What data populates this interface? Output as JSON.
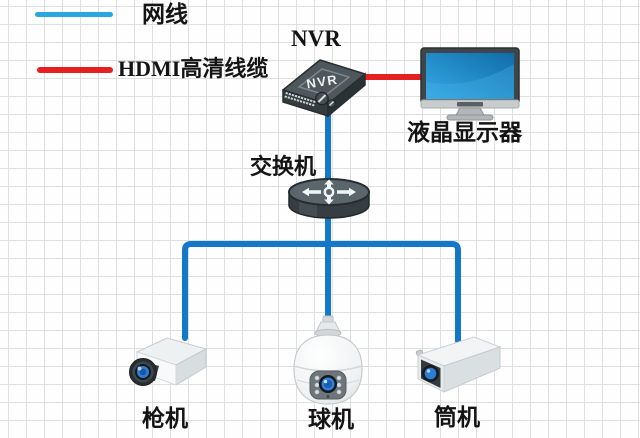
{
  "legend": {
    "items": [
      {
        "label": "网线",
        "color": "#2aa7df",
        "type": "network-cable"
      },
      {
        "label": "HDMI高清线缆",
        "color": "#e62020",
        "type": "hdmi-cable"
      }
    ]
  },
  "nodes": {
    "nvr": {
      "title": "NVR",
      "badge_text": "NVR"
    },
    "monitor": {
      "label": "液晶显示器"
    },
    "switch": {
      "label": "交换机"
    },
    "cameras": [
      {
        "label": "枪机"
      },
      {
        "label": "球机"
      },
      {
        "label": "筒机"
      }
    ]
  },
  "connections": [
    {
      "from": "NVR",
      "to": "液晶显示器",
      "cable": "HDMI高清线缆"
    },
    {
      "from": "NVR",
      "to": "交换机",
      "cable": "网线"
    },
    {
      "from": "交换机",
      "to": "枪机",
      "cable": "网线"
    },
    {
      "from": "交换机",
      "to": "球机",
      "cable": "网线"
    },
    {
      "from": "交换机",
      "to": "筒机",
      "cable": "网线"
    }
  ],
  "colors": {
    "network_cable": "#1478c8",
    "hdmi_cable": "#e62020",
    "legend_network": "#2aa7df",
    "grid_line": "#dfdfdf",
    "screen_blue": "#1b8cc9",
    "lens_blue": "#2d7dd3"
  }
}
